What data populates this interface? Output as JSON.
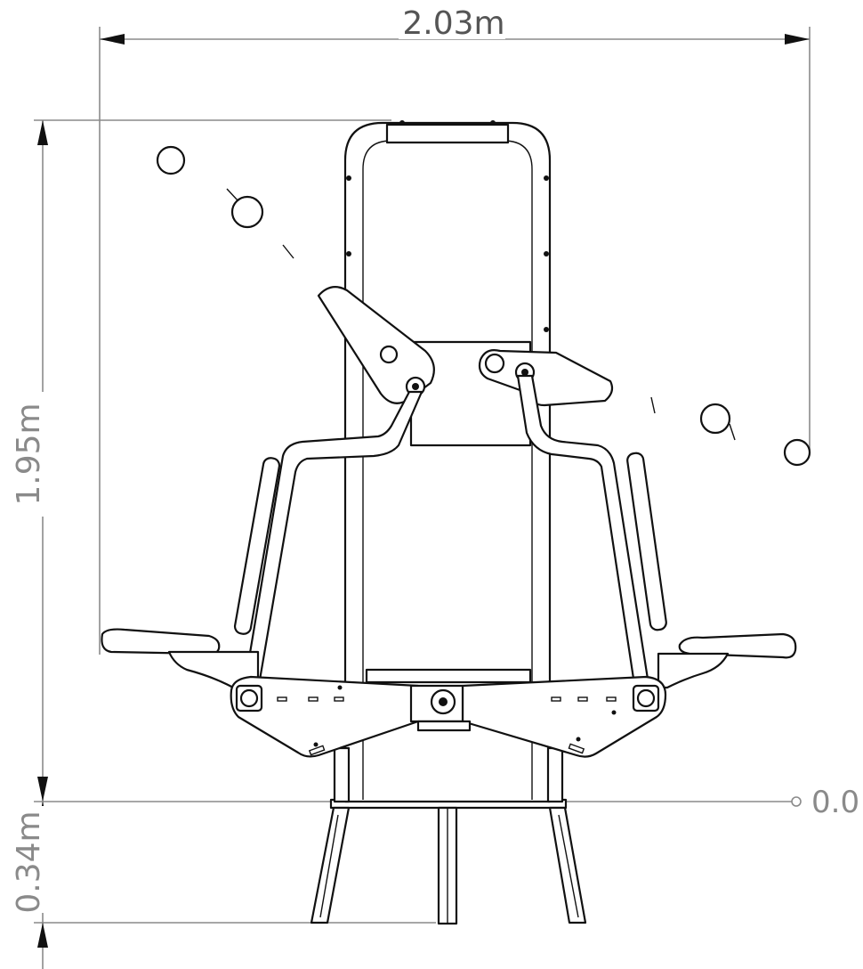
{
  "dimensions": {
    "width_label": "2.03m",
    "height_label": "1.95m",
    "depth_label": "0.34m",
    "ground_label": "0.0"
  },
  "colors": {
    "line": "#111111",
    "dimension": "#8a8a8a",
    "background": "#ffffff"
  }
}
